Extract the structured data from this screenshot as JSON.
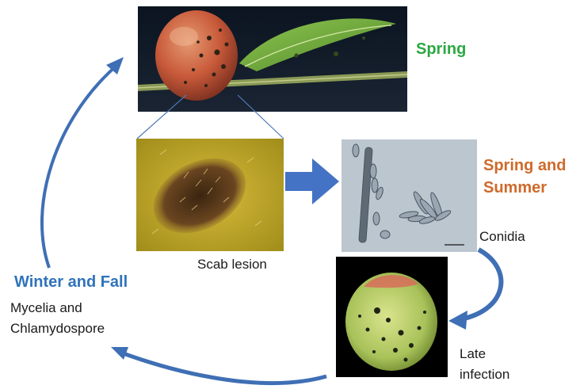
{
  "seasons": {
    "spring": "Spring",
    "spring_summer_line1": "Spring and",
    "spring_summer_line2": "Summer",
    "winter_fall": "Winter and Fall"
  },
  "captions": {
    "scab_lesion": "Scab lesion",
    "conidia": "Conidia",
    "mycelia_line1": "Mycelia and",
    "mycelia_line2": "Chlamydospore",
    "late_line1": "Late",
    "late_line2": "infection"
  },
  "colors": {
    "spring": "#2ca842",
    "spring_summer": "#cf6a2b",
    "winter_fall": "#2f73bb",
    "arrow": "#3f6fb5"
  }
}
